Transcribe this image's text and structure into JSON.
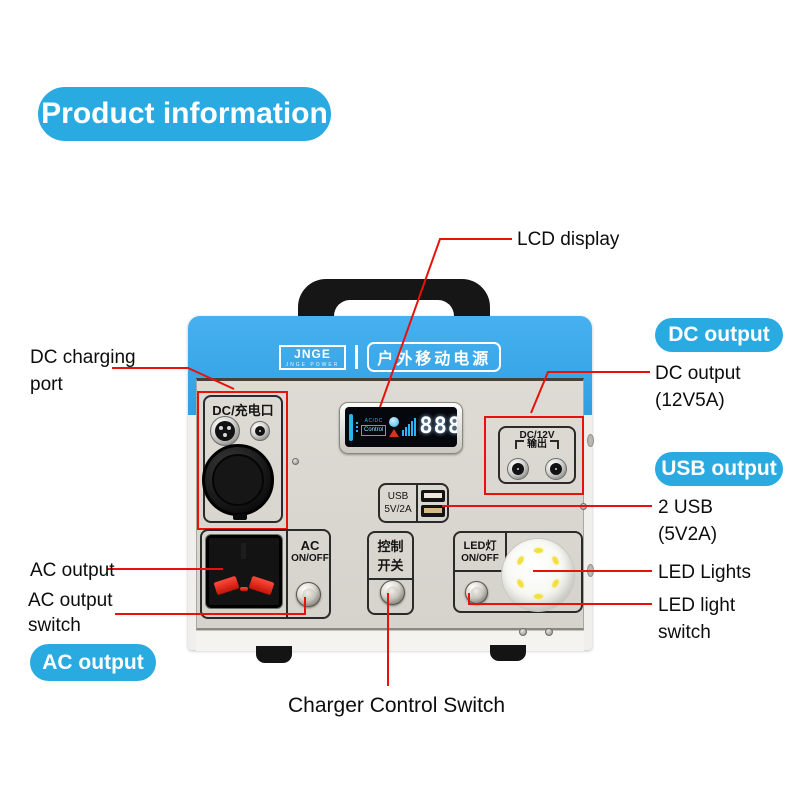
{
  "banner": {
    "title": "Product information"
  },
  "device": {
    "brand": {
      "logo": "JNGE",
      "logo_sub": "JNGE POWER",
      "name_plate": "户外移动电源"
    },
    "dc_charge": {
      "label": "DC/充电口"
    },
    "lcd": {
      "acdc": "AC/DC",
      "control": "Control",
      "digits": "888"
    },
    "dc12v": {
      "line1": "DC/12V",
      "line2": "输出"
    },
    "usb": {
      "line1": "USB",
      "line2": "5V/2A"
    },
    "ac": {
      "line1": "AC",
      "line2": "ON/OFF"
    },
    "control": {
      "line1": "控制",
      "line2": "开关"
    },
    "led": {
      "line1": "LED灯",
      "line2": "ON/OFF"
    }
  },
  "callouts": {
    "lcd": "LCD display",
    "dc_charging": {
      "line1": "DC charging",
      "line2": "port"
    },
    "dc_out_pill": "DC output",
    "dc_out": {
      "line1": "DC output",
      "line2": "(12V5A)"
    },
    "usb_pill": "USB output",
    "usb": {
      "line1": "2 USB",
      "line2": "(5V2A)"
    },
    "led_lights": "LED Lights",
    "led_switch": {
      "line1": "LED light",
      "line2": "switch"
    },
    "ac_out": "AC output",
    "ac_switch": {
      "line1": "AC output",
      "line2": "switch"
    },
    "ac_pill": "AC output",
    "charger": "Charger Control Switch"
  },
  "colors": {
    "accent_blue": "#29abe2",
    "device_blue": "#3aa7e9",
    "callout_red": "#e8120b",
    "panel_gray": "#d9d7d0",
    "led_yellow": "#f2e13c"
  }
}
